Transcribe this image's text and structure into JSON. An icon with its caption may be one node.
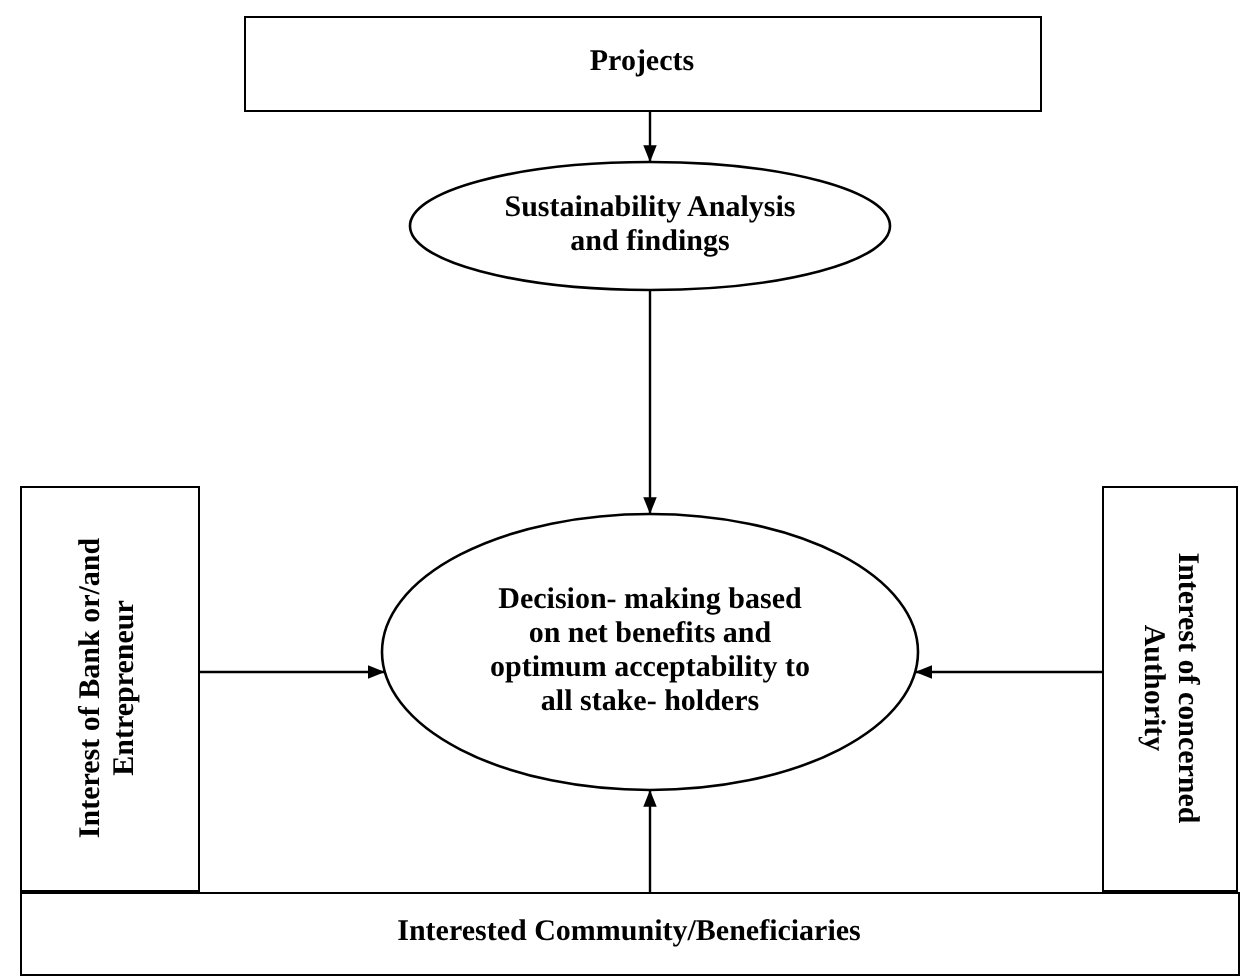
{
  "diagram": {
    "nodes": [
      {
        "text": [
          "Projects"
        ]
      },
      {
        "text": [
          "Sustainability Analysis and findings"
        ]
      },
      {
        "text": [
          "Interest of Bank or/and Entrepreneur"
        ]
      },
      {
        "text": [
          "Decision- making based on net benefits and optimum acceptability to all stake- holders"
        ]
      },
      {
        "text": [
          "Interest of concerned Authority"
        ]
      },
      {
        "text": [
          "Interested Community/Beneficiaries"
        ]
      }
    ],
    "edges": [
      {
        "from": 0,
        "to": 1,
        "arrow": "to"
      },
      {
        "from": 1,
        "to": 3,
        "arrow": "to"
      },
      {
        "from": 2,
        "to": 3,
        "arrow": "to"
      },
      {
        "from": 4,
        "to": 3,
        "arrow": "to"
      },
      {
        "from": 5,
        "to": 3,
        "arrow": "to"
      }
    ]
  }
}
